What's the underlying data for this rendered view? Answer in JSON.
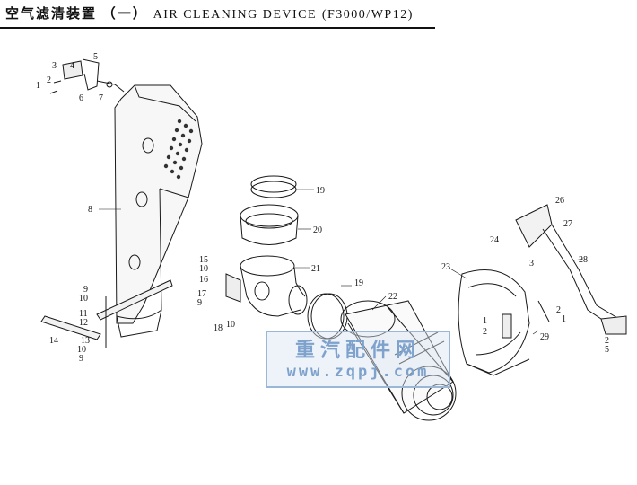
{
  "header": {
    "title_zh": "空气滤清装置",
    "title_sub": "（一）",
    "title_en": "AIR CLEANING DEVICE",
    "title_model": "(F3000/WP12)"
  },
  "watermark": {
    "zh": "重汽配件网",
    "url": "www.zqpj.com"
  },
  "callouts": {
    "n1a": "1",
    "n2a": "2",
    "n3": "3",
    "n4": "4",
    "n5a": "5",
    "n6": "6",
    "n7": "7",
    "n8": "8",
    "n9a": "9",
    "n10a": "10",
    "n11": "11",
    "n12": "12",
    "n13": "13",
    "n14": "14",
    "n10b": "10",
    "n9b": "9",
    "n15": "15",
    "n10c": "10",
    "n16": "16",
    "n17": "17",
    "n9c": "9",
    "n18": "18",
    "n10d": "10",
    "n19a": "19",
    "n20": "20",
    "n21": "21",
    "n19b": "19",
    "n22": "22",
    "n23": "23",
    "n3b": "3",
    "n1b": "1",
    "n2b": "2",
    "n29": "29",
    "n2c": "2",
    "n1c": "1",
    "n26": "26",
    "n27": "27",
    "n24": "24",
    "n28": "28",
    "n2d": "2",
    "n5b": "5"
  }
}
